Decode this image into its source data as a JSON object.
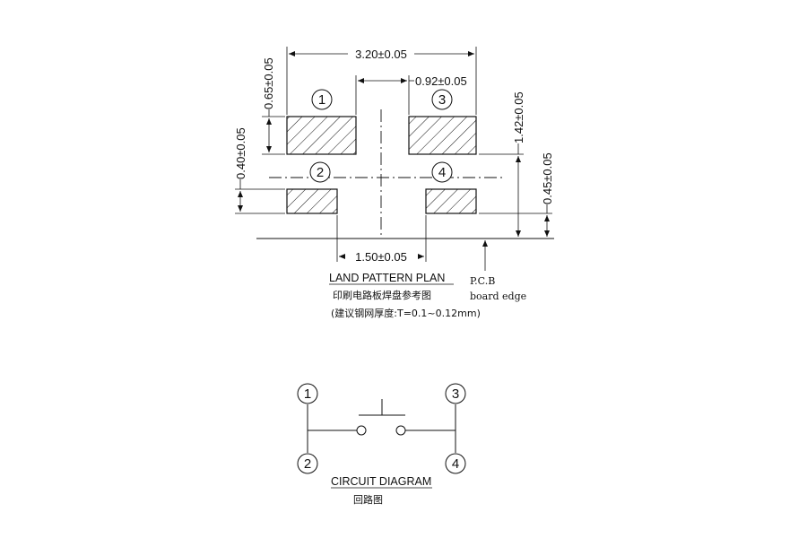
{
  "dimensions": {
    "overall_width": "3.20±0.05",
    "gap_width": "0.92±0.05",
    "pad_height_top": "0.65±0.05",
    "pad_height_bottom": "0.40±0.05",
    "center_distance": "1.42±0.05",
    "edge_distance": "0.45±0.05",
    "bottom_gap": "1.50±0.05"
  },
  "pins": {
    "p1": "1",
    "p2": "2",
    "p3": "3",
    "p4": "4"
  },
  "land_pattern": {
    "title": "LAND PATTERN PLAN",
    "subtitle": "印刷电路板焊盘参考图",
    "note": "(建议钢网厚度:T=0.1~0.12mm)"
  },
  "pcb_edge": {
    "line1": "P.C.B",
    "line2": "board edge"
  },
  "circuit": {
    "title": "CIRCUIT DIAGRAM",
    "subtitle": "回路图",
    "pins": [
      "1",
      "2",
      "3",
      "4"
    ]
  }
}
